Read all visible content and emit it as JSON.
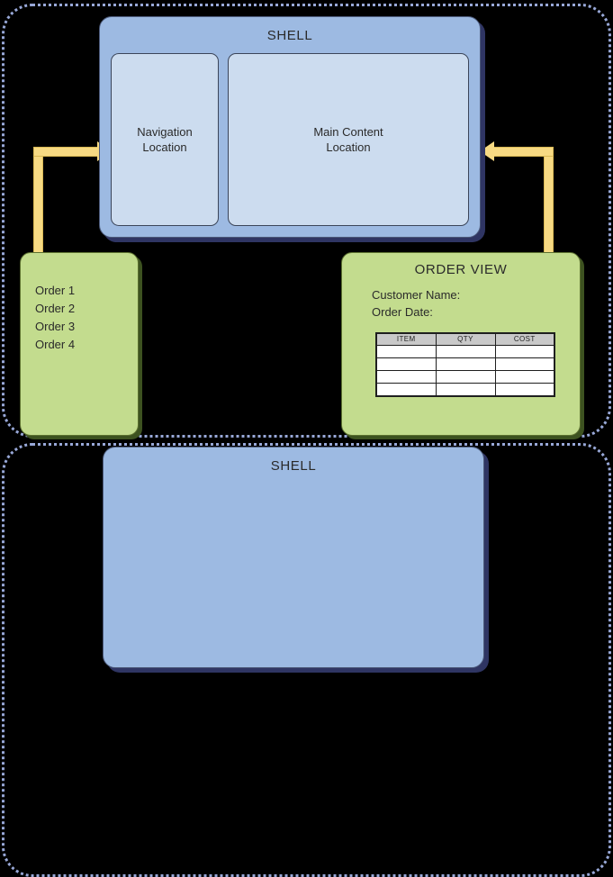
{
  "frames": {
    "upper_label": "slide-frame-upper",
    "lower_label": "slide-frame-lower",
    "border_color": "#98a8d8"
  },
  "shell": {
    "title": "SHELL",
    "fill": "#9dbae2",
    "shadow": "#2f3563",
    "regions": [
      {
        "name": "navigation",
        "label": "Navigation\nLocation",
        "fill": "#ccdcef"
      },
      {
        "name": "main-content",
        "label": "Main Content\nLocation",
        "fill": "#ccdcef"
      }
    ]
  },
  "shell_secondary": {
    "title": "SHELL"
  },
  "orders_card": {
    "fill": "#c3dc8e",
    "shadow": "#3d5220",
    "items": [
      "Order 1",
      "Order 2",
      "Order 3",
      "Order 4"
    ]
  },
  "order_view_card": {
    "title": "ORDER VIEW",
    "fill": "#c3dc8e",
    "shadow": "#3d5220",
    "fields": [
      "Customer Name:",
      "Order Date:"
    ],
    "table": {
      "headers": [
        "ITEM",
        "QTY",
        "COST"
      ],
      "rows": [
        [
          "",
          "",
          ""
        ],
        [
          "",
          "",
          ""
        ],
        [
          "",
          "",
          ""
        ],
        [
          "",
          "",
          ""
        ]
      ]
    }
  },
  "connectors": [
    {
      "name": "orders-to-navigation",
      "direction": "right",
      "color": "#f7da83"
    },
    {
      "name": "orderview-to-main-content",
      "direction": "left",
      "color": "#f7da83"
    }
  ]
}
